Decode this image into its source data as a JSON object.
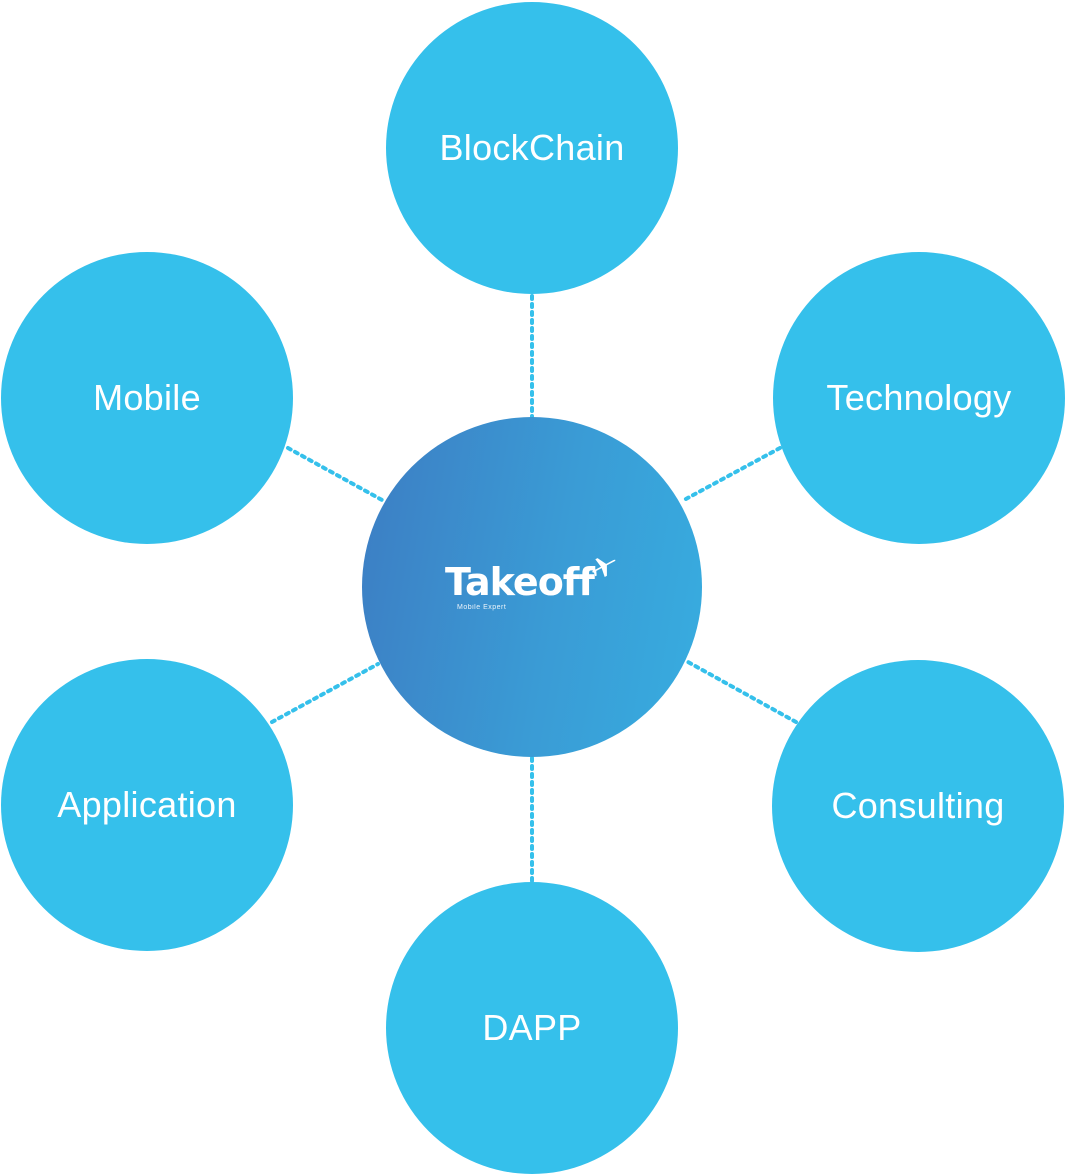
{
  "diagram": {
    "center": {
      "brand": "Takeoff",
      "tagline": "Mobile Expert",
      "icon": "airplane-icon"
    },
    "nodes": [
      {
        "key": "blockchain",
        "label": "BlockChain"
      },
      {
        "key": "mobile",
        "label": "Mobile"
      },
      {
        "key": "technology",
        "label": "Technology"
      },
      {
        "key": "application",
        "label": "Application"
      },
      {
        "key": "consulting",
        "label": "Consulting"
      },
      {
        "key": "dapp",
        "label": "DAPP"
      }
    ],
    "colors": {
      "node_fill": "#35c0eb",
      "center_gradient_start": "#3d7dc3",
      "center_gradient_end": "#37ade0",
      "connector": "#35c0eb",
      "text": "#ffffff"
    }
  }
}
